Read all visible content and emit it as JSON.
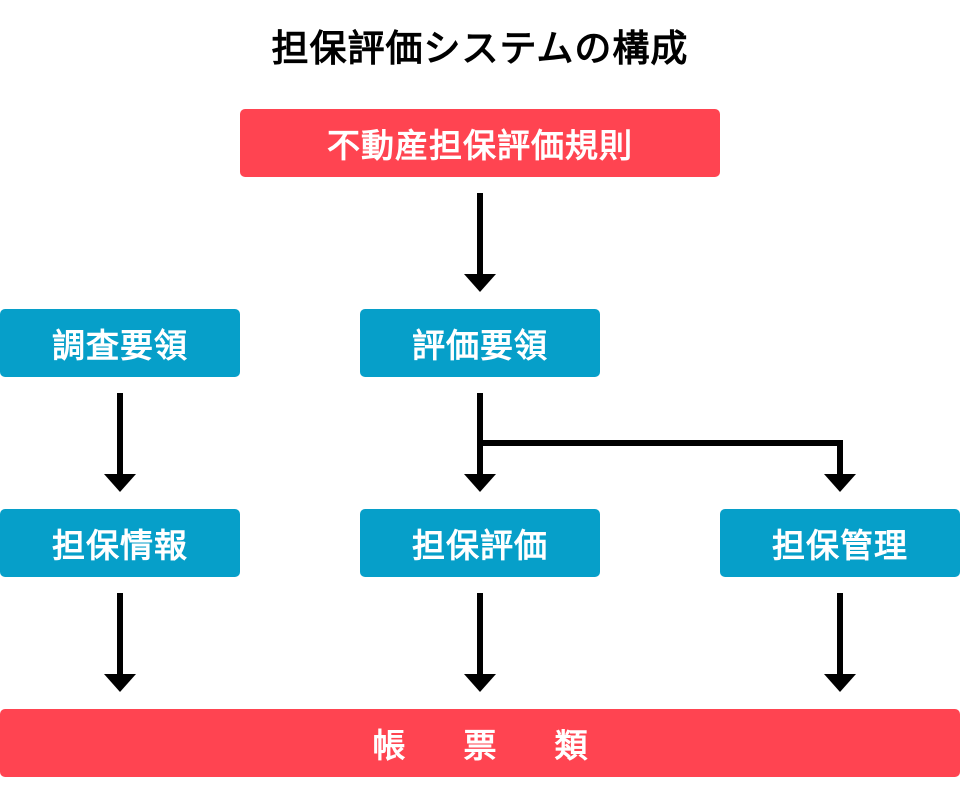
{
  "diagram": {
    "title": "担保評価システムの構成",
    "colors": {
      "primary_red": "#ff4451",
      "node_blue": "#069fc9",
      "connector": "#000000"
    },
    "nodes": {
      "rule": "不動産担保評価規則",
      "survey_guideline": "調査要領",
      "evaluation_guideline": "評価要領",
      "collateral_info": "担保情報",
      "collateral_evaluation": "担保評価",
      "collateral_management": "担保管理",
      "forms": "帳票類"
    },
    "edges": [
      {
        "from": "rule",
        "to": "evaluation_guideline"
      },
      {
        "from": "survey_guideline",
        "to": "collateral_info"
      },
      {
        "from": "evaluation_guideline",
        "to": "collateral_evaluation"
      },
      {
        "from": "evaluation_guideline",
        "to": "collateral_management"
      },
      {
        "from": "collateral_info",
        "to": "forms"
      },
      {
        "from": "collateral_evaluation",
        "to": "forms"
      },
      {
        "from": "collateral_management",
        "to": "forms"
      }
    ]
  }
}
